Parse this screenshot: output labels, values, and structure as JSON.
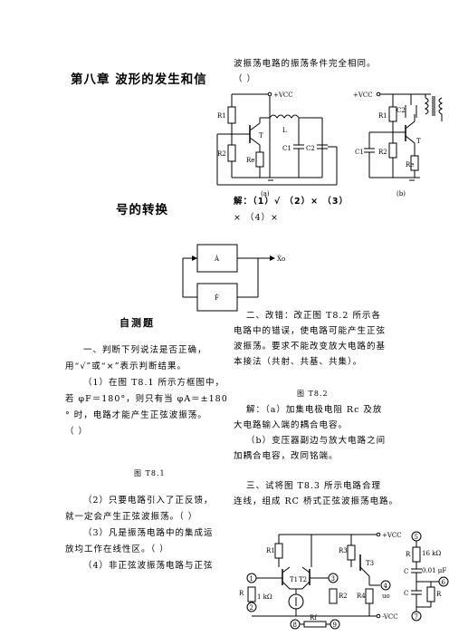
{
  "left": {
    "chapter_title_line1": "第八章 波形的发生和信",
    "chapter_title_line2": "号的转换",
    "block_labels": {
      "A": "Ȧ",
      "F": "Ḟ",
      "out": "Ẋo"
    },
    "section_title": "自测题",
    "q1_intro": [
      "一、判断下列说法是否正确，",
      "用“√”或“×”表示判断结果。"
    ],
    "q1_1": [
      "（1）在图 T8.1 所示方框图中，",
      "若 φF＝180°，则只有当 φA＝±180",
      "° 时，电路才能产生正弦波振荡。",
      "（      ）"
    ],
    "fig_t81": "图 T8.1",
    "q1_2": [
      "（2）只要电路引入了正反馈，",
      "就一定会产生正弦波振荡。（   ）"
    ],
    "q1_3": [
      "（3）凡是振荡电路中的集成运",
      "放均工作在线性区。（   ）"
    ],
    "q1_4": [
      "（4）非正弦波振荡电路与正弦"
    ]
  },
  "right": {
    "q1_4_cont": [
      "波振荡电路的振荡条件完全相同。",
      "（      ）"
    ],
    "circuit_labels": {
      "vcc": "+VCC",
      "r1": "R1",
      "r2": "R2",
      "re": "Re",
      "l": "L",
      "c1": "C1",
      "c2": "C2",
      "t": "T",
      "cap_a": "(a)",
      "cap_b": "(b)"
    },
    "ans1": [
      "解：（1）√      （2）×      （3）",
      "×      （4）×"
    ],
    "q2": [
      "二、改错：改正图 T8.2 所示各",
      "电路中的错误，使电路可能产生正弦",
      "波振荡。要求不能改变放大电路的基",
      "本接法（共射、共基、共集）。"
    ],
    "fig_t82": "图 T8.2",
    "ans2": [
      "解：（a）加集电极电阻 Rc 及放",
      "大电路输入端的耦合电容。",
      "（b）变压器副边与放大电路之间",
      "加耦合电容，改同铭端。"
    ],
    "q3": [
      "三、试将图 T8.3 所示电路合理",
      "连线，组成 RC 桥式正弦波振荡电路。"
    ],
    "fig3_labels": {
      "r1": "R1",
      "r2": "R2",
      "r3": "R3",
      "r4": "R4",
      "rf": "Rf",
      "r": "R",
      "c": "C",
      "t1": "T1",
      "t2": "T2",
      "t3": "T3",
      "rv": "16 kΩ",
      "cv": "0.01 μF",
      "rin": "1 kΩ",
      "uo": "uo",
      "vcc": "+VCC",
      "vee": "-VCC",
      "nodes": [
        "1",
        "2",
        "3",
        "4",
        "5",
        "6",
        "7",
        "8",
        "9"
      ]
    }
  }
}
